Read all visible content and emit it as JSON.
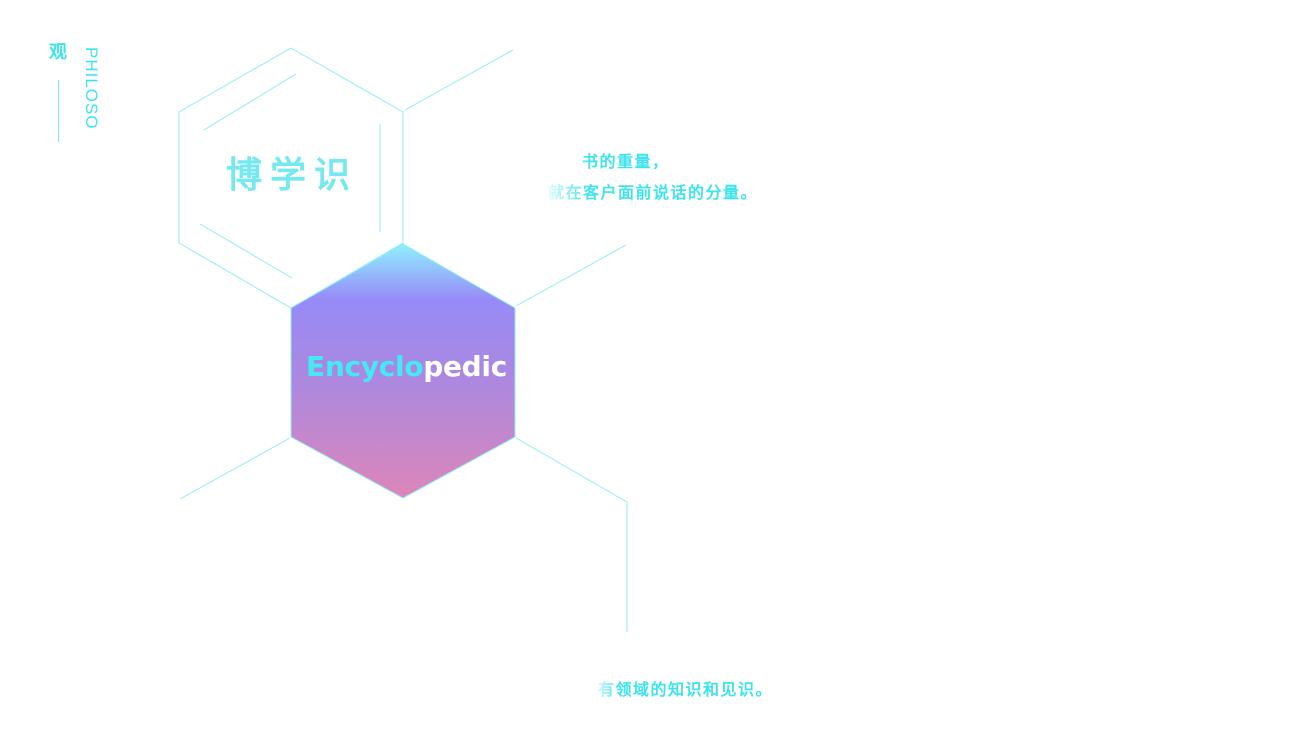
{
  "sidebar": {
    "char": "观",
    "vertical_label": "PHILOSOPHY"
  },
  "hexagon": {
    "title": "博学识",
    "word_part1": "Encyclo",
    "word_part2": "pedic"
  },
  "text_blocks": {
    "line1": "书的重量，",
    "line2": "就在客户面前说话的分量。",
    "line3": "有领域的知识和见识。"
  },
  "colors": {
    "accent_cyan": "#3fe3ee",
    "gradient_top": "#8ef0ff",
    "gradient_mid": "#978af7",
    "gradient_bottom": "#dd86b8"
  }
}
